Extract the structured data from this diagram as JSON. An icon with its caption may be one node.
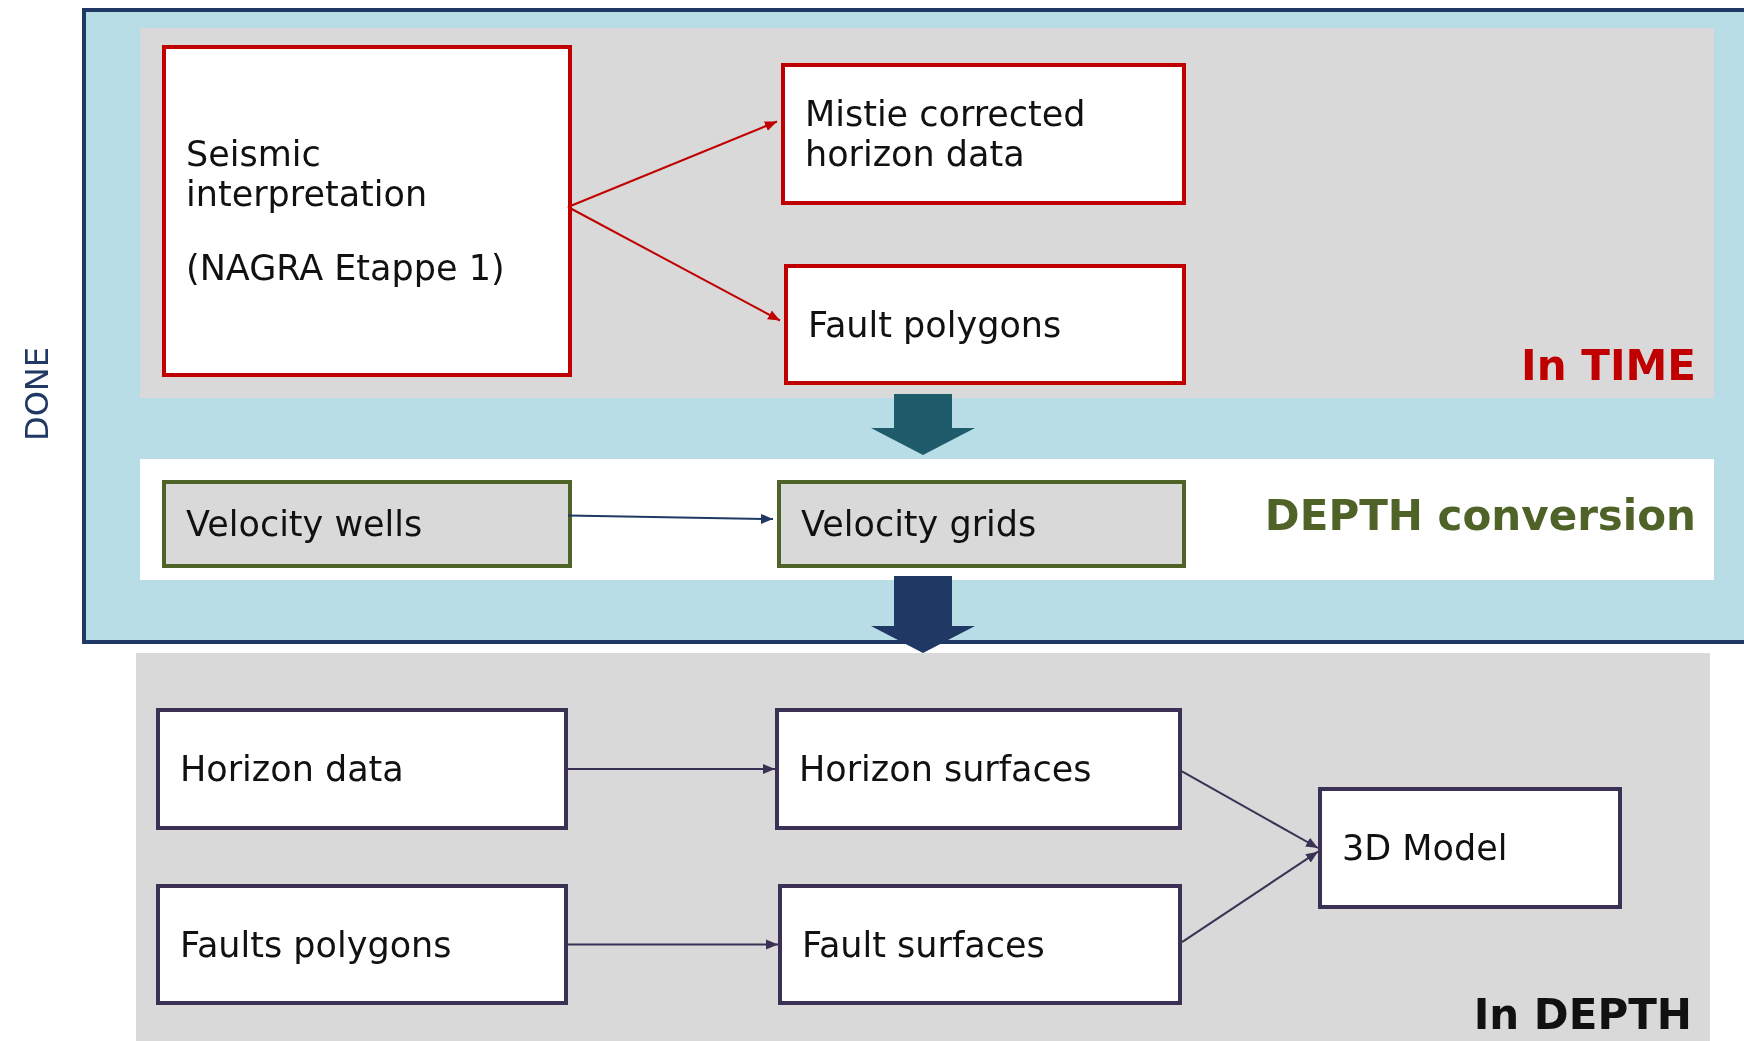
{
  "diagram": {
    "nodes": [
      {
        "text": [
          "DONE"
        ]
      },
      {
        "text": [
          "In TIME"
        ],
        "in": 0
      },
      {
        "text": [
          "Seismic interpretation",
          "(NAGRA Etappe 1)"
        ],
        "in": 1
      },
      {
        "text": [
          "Mistie corrected horizon data"
        ],
        "in": 1
      },
      {
        "text": [
          "Fault polygons"
        ],
        "in": 1
      },
      {
        "text": [
          "DEPTH conversion"
        ],
        "in": 0
      },
      {
        "text": [
          "Velocity wells"
        ],
        "in": 5
      },
      {
        "text": [
          "Velocity grids"
        ],
        "in": 5
      },
      {
        "text": [
          "In DEPTH"
        ]
      },
      {
        "text": [
          "Horizon data"
        ],
        "in": 8
      },
      {
        "text": [
          "Horizon surfaces"
        ],
        "in": 8
      },
      {
        "text": [
          "Faults polygons"
        ],
        "in": 8
      },
      {
        "text": [
          "Fault surfaces"
        ],
        "in": 8
      },
      {
        "text": [
          "3D Model"
        ],
        "in": 8
      }
    ],
    "edges": [
      {
        "from": 2,
        "to": 3,
        "arrow": "to",
        "color": "#c00000"
      },
      {
        "from": 2,
        "to": 4,
        "arrow": "to",
        "color": "#c00000"
      },
      {
        "from": 1,
        "to": 5,
        "arrow": "to",
        "style": "thick",
        "color": "#1f5c6b"
      },
      {
        "from": 6,
        "to": 7,
        "arrow": "to",
        "color": "#1f3864"
      },
      {
        "from": 5,
        "to": 8,
        "arrow": "to",
        "style": "thick",
        "color": "#1f3864"
      },
      {
        "from": 9,
        "to": 10,
        "arrow": "to"
      },
      {
        "from": 11,
        "to": 12,
        "arrow": "to"
      },
      {
        "from": 10,
        "to": 13,
        "arrow": "to"
      },
      {
        "from": 12,
        "to": 13,
        "arrow": "to"
      }
    ]
  }
}
